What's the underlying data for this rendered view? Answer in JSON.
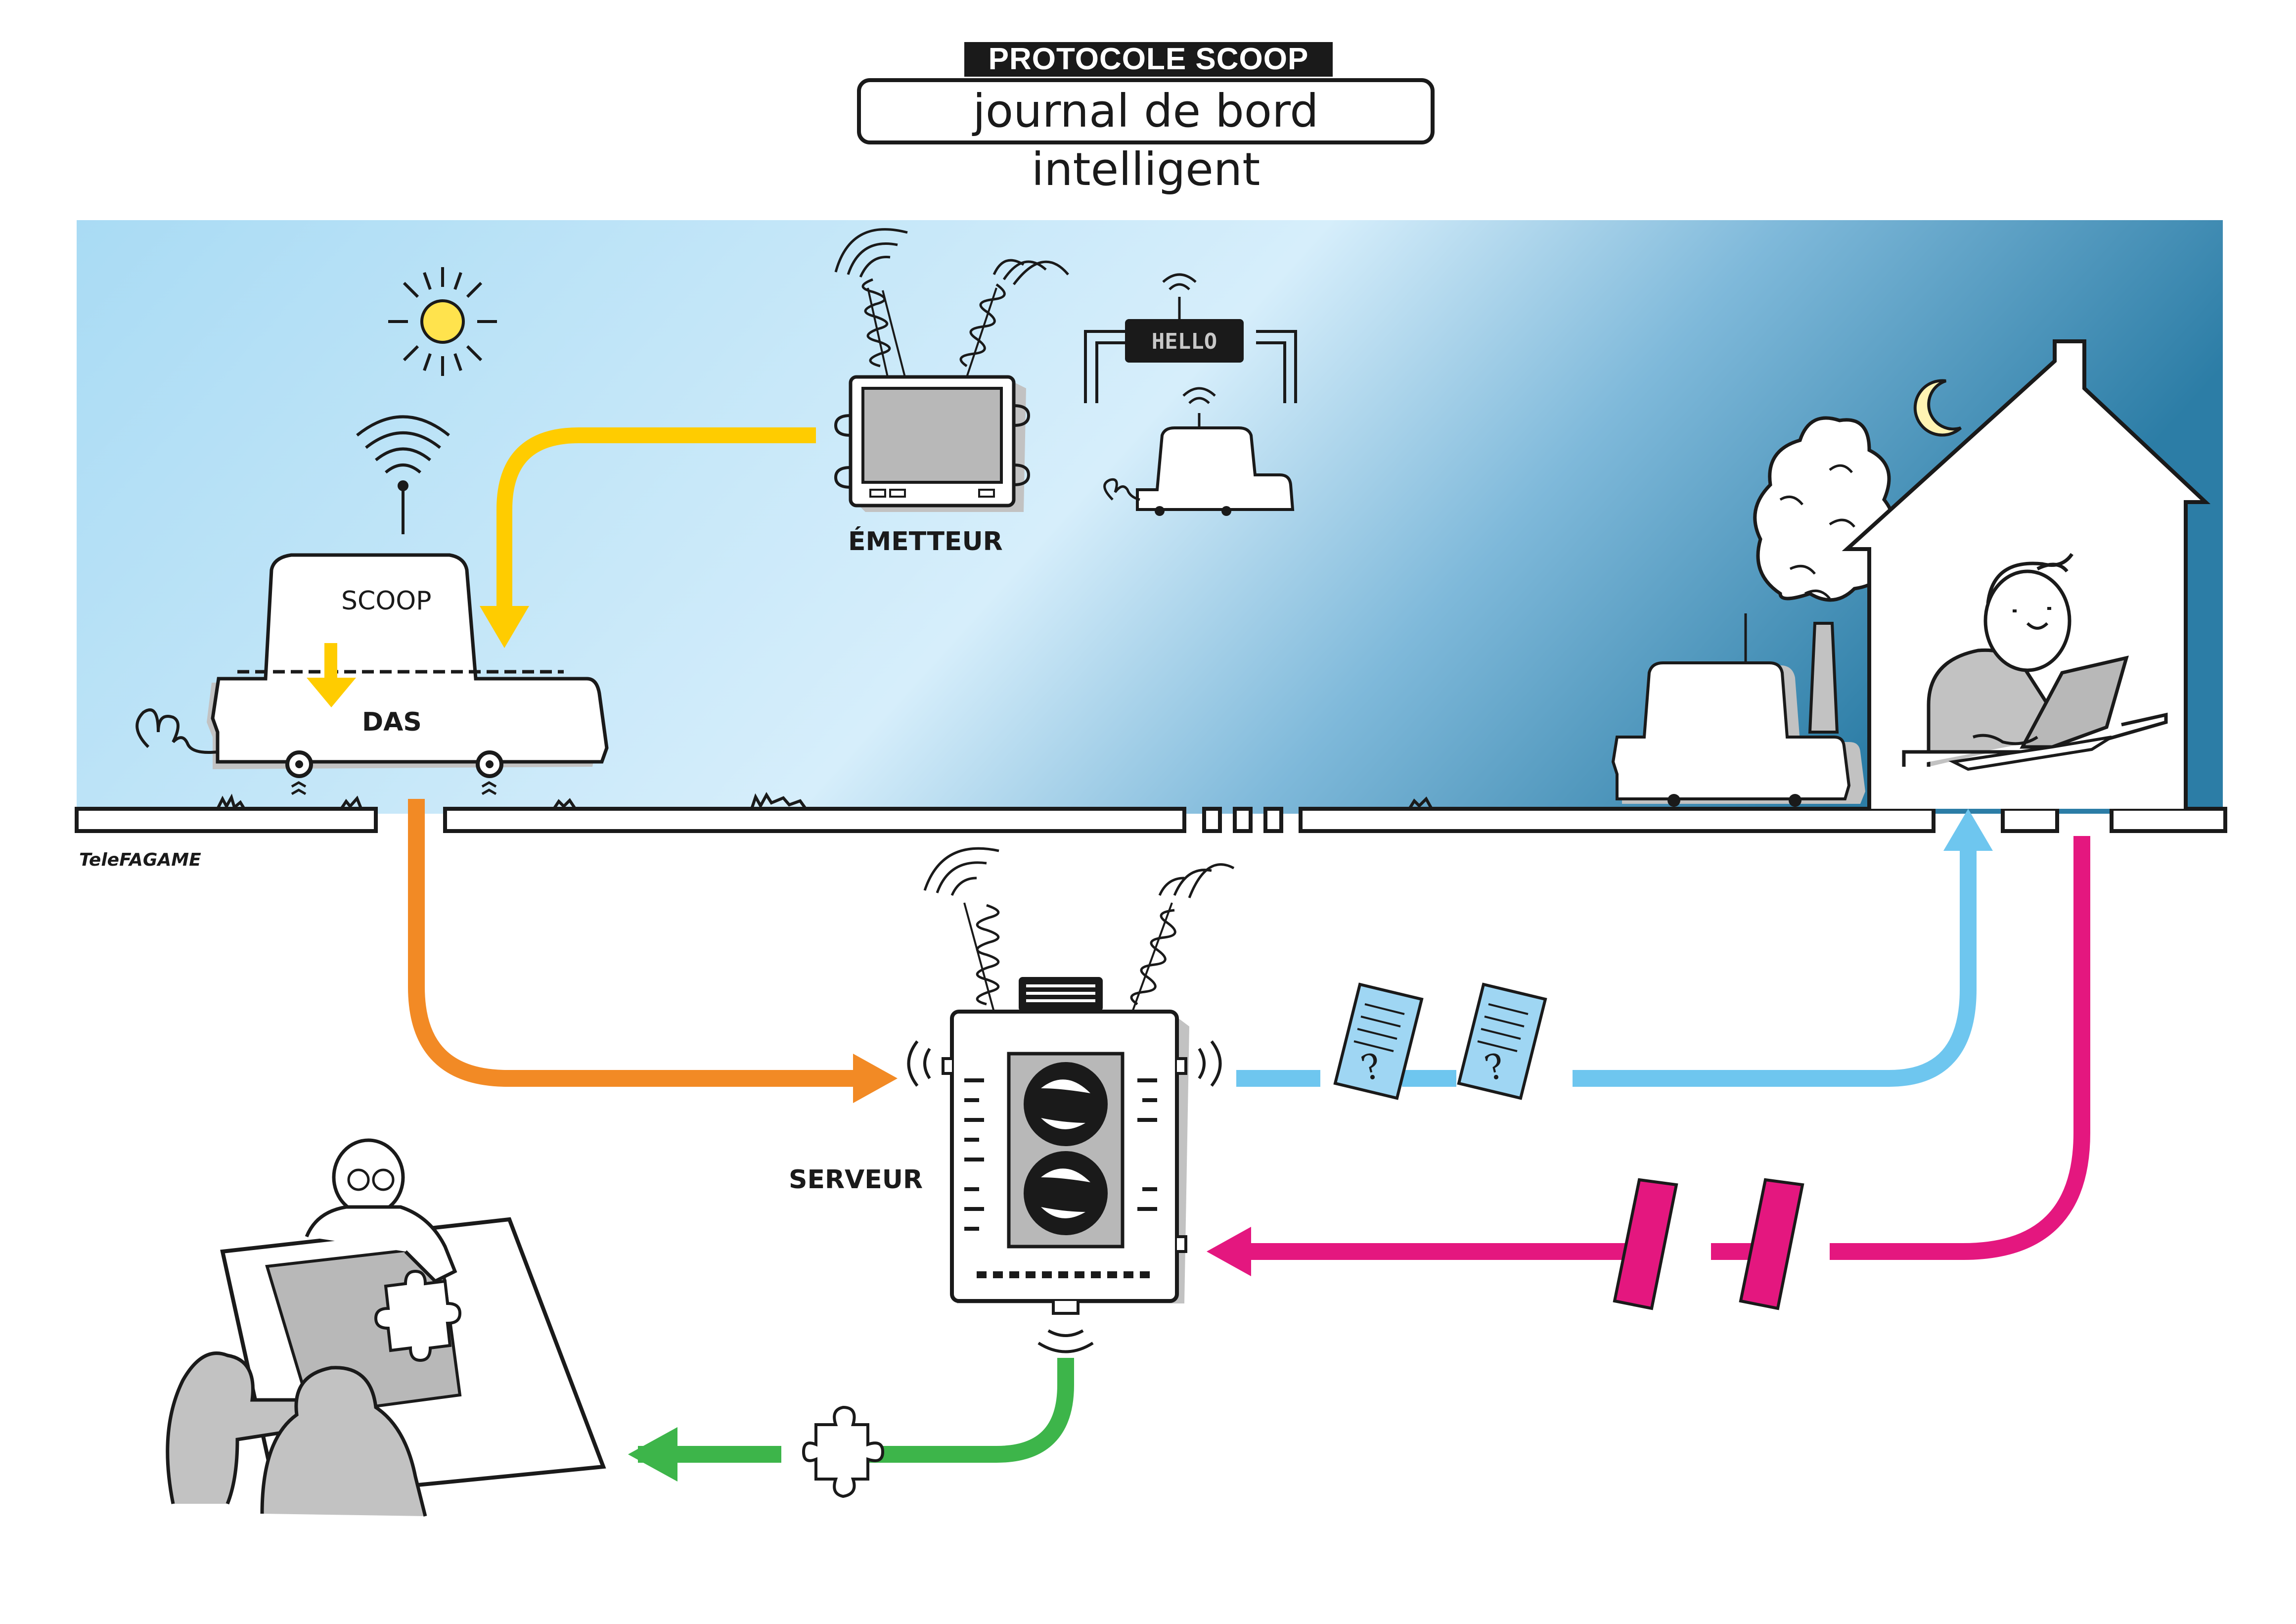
{
  "header": {
    "tag": "PROTOCOLE SCOOP",
    "subtitle": "journal de bord intelligent"
  },
  "labels": {
    "scoop": "SCOOP",
    "das": "DAS",
    "emetteur": "ÉMETTEUR",
    "serveur": "SERVEUR",
    "sign": "HELLO",
    "signature": "TeleFAGAME"
  },
  "colors": {
    "sky_light": "#a9dbf4",
    "sky_dark": "#2c7da6",
    "arrow_yellow": "#ffcc00",
    "arrow_orange": "#f28a25",
    "arrow_blue": "#6ec6ef",
    "arrow_magenta": "#e4177f",
    "arrow_green": "#3db54a",
    "device_gray": "#b8b8b8",
    "ink": "#1a1a1a"
  },
  "icons": [
    "sun-icon",
    "moon-icon",
    "antenna-icon",
    "car-icon",
    "house-icon",
    "tree-icon",
    "server-icon",
    "transmitter-icon",
    "puzzle-icon",
    "document-icon",
    "laptop-icon"
  ]
}
